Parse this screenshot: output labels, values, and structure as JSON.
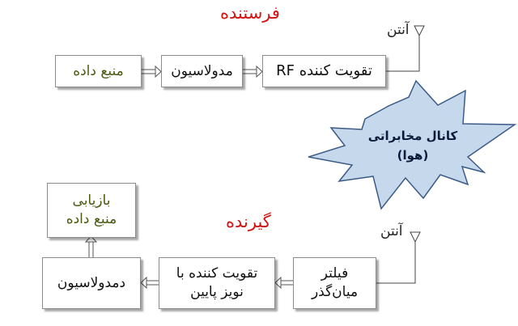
{
  "transmitter": {
    "title": "فرستنده",
    "antenna_label": "آنتن",
    "blocks": {
      "data_source": "منبع داده",
      "modulation": "مدولاسیون",
      "rf_amplifier": "تقویت کننده RF"
    }
  },
  "channel": {
    "line1": "کانال مخابراتی",
    "line2": "(هوا)"
  },
  "receiver": {
    "title": "گیرنده",
    "antenna_label": "آنتن",
    "blocks": {
      "data_recovery_line1": "بازیابی",
      "data_recovery_line2": "منبع داده",
      "demodulation": "دمدولاسیون",
      "lna_line1": "تقویت کننده با",
      "lna_line2": "نویز پایین",
      "filter_line1": "فیلتر",
      "filter_line2": "میان‌گذر"
    }
  },
  "colors": {
    "title": "#d21414",
    "burst_fill": "#c6d8ec",
    "burst_stroke": "#3b5b86",
    "green_text": "#4a5a12"
  }
}
